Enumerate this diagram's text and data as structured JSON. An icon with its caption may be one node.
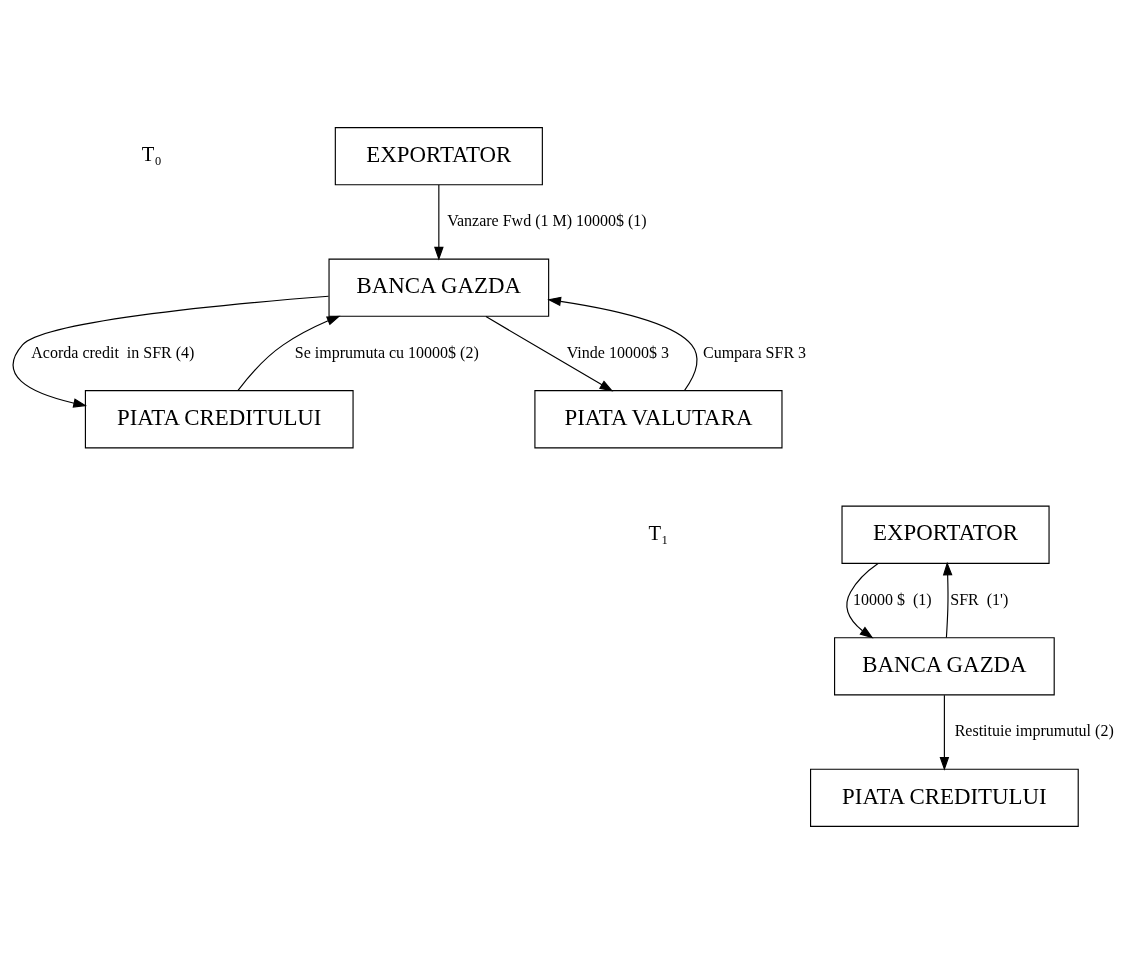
{
  "diagram": {
    "nodes": [
      {
        "text": [
          "EXPORTATOR"
        ]
      },
      {
        "text": [
          "BANCA GAZDA"
        ]
      },
      {
        "text": [
          "PIATA CREDITULUI"
        ]
      },
      {
        "text": [
          "PIATA VALUTARA"
        ]
      },
      {
        "text": [
          "EXPORTATOR"
        ]
      },
      {
        "text": [
          "BANCA GAZDA"
        ]
      },
      {
        "text": [
          "PIATA CREDITULUI"
        ]
      }
    ],
    "edges": [
      {
        "from": 0,
        "to": 1,
        "arrow": "to",
        "label": "Vanzare Fwd (1 M) 10000$ (1)"
      },
      {
        "from": 1,
        "to": 2,
        "arrow": "to",
        "label": "Acorda credit  in SFR (4)"
      },
      {
        "from": 2,
        "to": 1,
        "arrow": "to",
        "label": "Se imprumuta cu 10000$ (2)"
      },
      {
        "from": 1,
        "to": 3,
        "arrow": "to",
        "label": "Vinde 10000$ 3"
      },
      {
        "from": 3,
        "to": 1,
        "arrow": "to",
        "label": "Cumpara SFR 3"
      },
      {
        "from": 4,
        "to": 5,
        "arrow": "to",
        "label": "10000 $  (1)"
      },
      {
        "from": 5,
        "to": 4,
        "arrow": "to",
        "label": "SFR  (1')"
      },
      {
        "from": 5,
        "to": 6,
        "arrow": "to",
        "label": "Restituie imprumutul (2)"
      }
    ],
    "labels": [
      "T₀",
      "T₁"
    ]
  }
}
